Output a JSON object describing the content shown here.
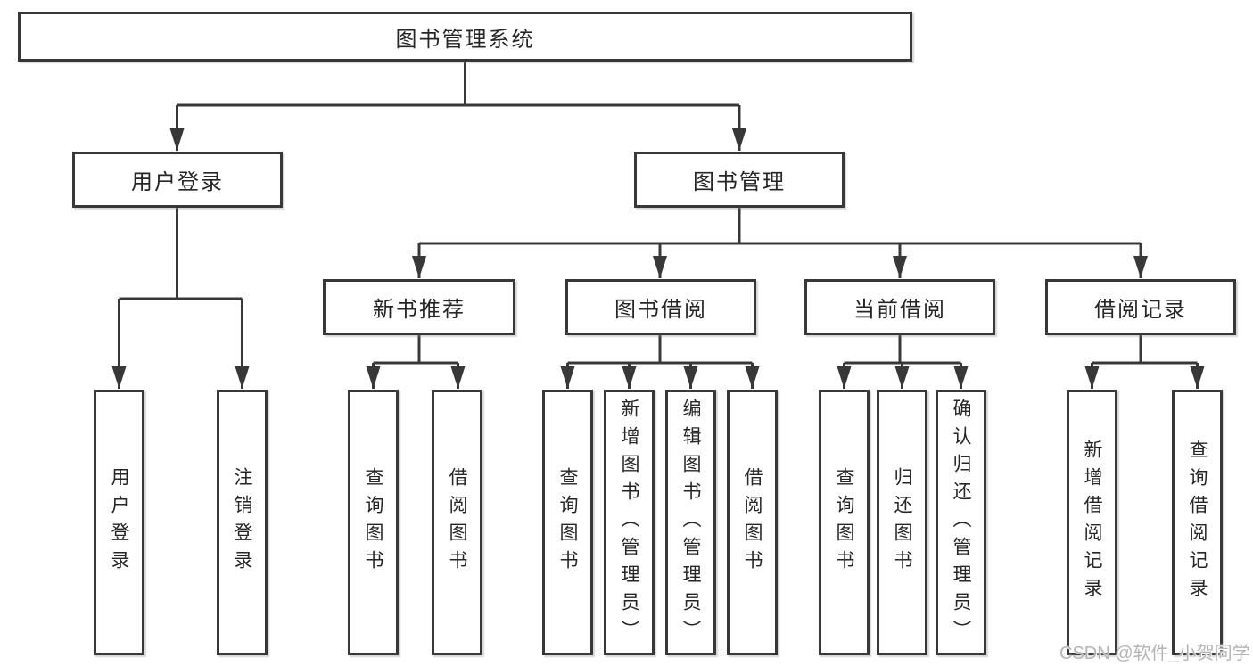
{
  "tree": {
    "root": {
      "label": "图书管理系统",
      "children": [
        {
          "label": "用户登录",
          "children": [
            {
              "label": "用户登录"
            },
            {
              "label": "注销登录"
            }
          ]
        },
        {
          "label": "图书管理",
          "children": [
            {
              "label": "新书推荐",
              "children": [
                {
                  "label": "查询图书"
                },
                {
                  "label": "借阅图书"
                }
              ]
            },
            {
              "label": "图书借阅",
              "children": [
                {
                  "label": "查询图书"
                },
                {
                  "label": "新增图书（管理员）"
                },
                {
                  "label": "编辑图书（管理员）"
                },
                {
                  "label": "借阅图书"
                }
              ]
            },
            {
              "label": "当前借阅",
              "children": [
                {
                  "label": "查询图书"
                },
                {
                  "label": "归还图书"
                },
                {
                  "label": "确认归还（管理员）"
                }
              ]
            },
            {
              "label": "借阅记录",
              "children": [
                {
                  "label": "新增借阅记录"
                },
                {
                  "label": "查询借阅记录"
                }
              ]
            }
          ]
        }
      ]
    }
  },
  "watermark": {
    "text": "CSDN @软件_小贺同学",
    "color": "#b5b5b5"
  },
  "colors": {
    "line": "#383838",
    "box_border": "#383838",
    "box_fill": "#ffffff",
    "text": "#262626",
    "background": "#ffffff"
  }
}
